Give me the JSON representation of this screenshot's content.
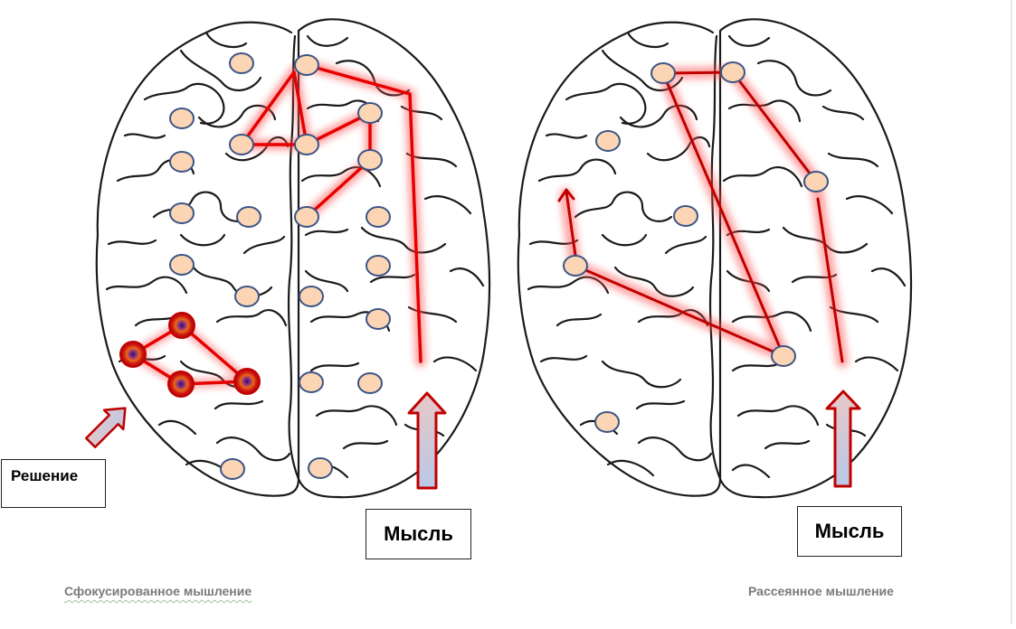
{
  "labels": {
    "solution": "Решение",
    "thought_left": "Мысль",
    "thought_right": "Мысль"
  },
  "captions": {
    "focused": "Сфокусированное мышление",
    "diffuse": "Рассеянное мышление"
  },
  "colors": {
    "node_fill": "#fcd5b4",
    "node_stroke": "#3a5585",
    "path_red": "#e60000",
    "path_dark_red": "#c00000",
    "glow": "#ff5050",
    "arrow_fill": "#c6d4ec",
    "brain_stroke": "#1a1a1a",
    "caption_gray": "#7a7a7a"
  }
}
